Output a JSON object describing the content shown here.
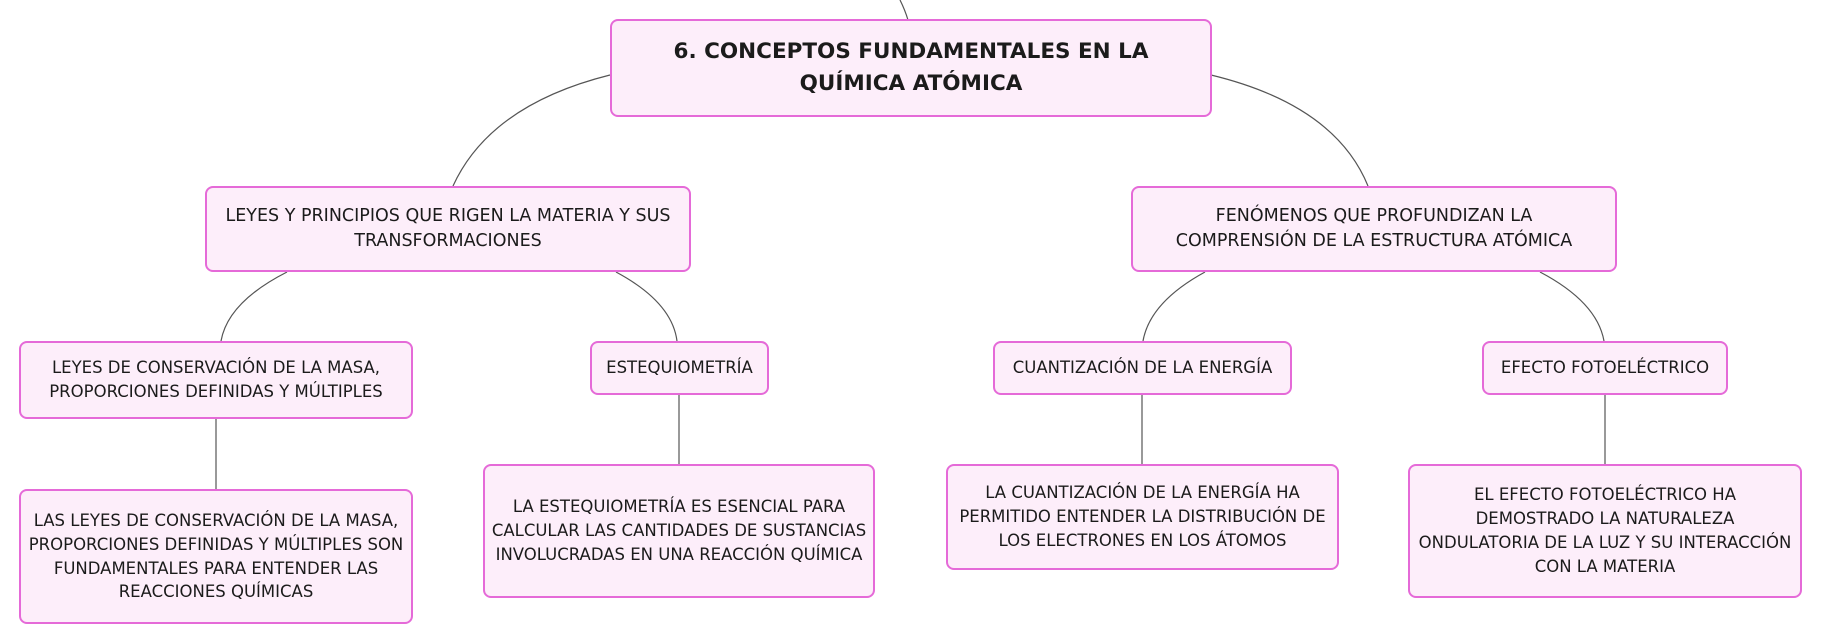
{
  "root": {
    "title": "6. CONCEPTOS FUNDAMENTALES EN LA QUÍMICA ATÓMICA"
  },
  "branches": [
    {
      "label": "LEYES Y PRINCIPIOS QUE RIGEN LA MATERIA Y SUS TRANSFORMACIONES",
      "children": [
        {
          "label": "LEYES DE CONSERVACIÓN DE LA MASA, PROPORCIONES DEFINIDAS Y MÚLTIPLES",
          "detail": "LAS LEYES DE CONSERVACIÓN DE LA MASA, PROPORCIONES DEFINIDAS Y MÚLTIPLES SON FUNDAMENTALES PARA ENTENDER LAS REACCIONES QUÍMICAS"
        },
        {
          "label": "ESTEQUIOMETRÍA",
          "detail": "LA ESTEQUIOMETRÍA ES ESENCIAL PARA CALCULAR LAS CANTIDADES DE SUSTANCIAS INVOLUCRADAS EN UNA REACCIÓN QUÍMICA"
        }
      ]
    },
    {
      "label": "FENÓMENOS QUE PROFUNDIZAN LA COMPRENSIÓN DE LA ESTRUCTURA ATÓMICA",
      "children": [
        {
          "label": "CUANTIZACIÓN DE LA ENERGÍA",
          "detail": "LA CUANTIZACIÓN DE LA ENERGÍA HA PERMITIDO ENTENDER LA DISTRIBUCIÓN DE LOS ELECTRONES EN LOS ÁTOMOS"
        },
        {
          "label": "EFECTO FOTOELÉCTRICO",
          "detail": "EL EFECTO FOTOELÉCTRICO HA DEMOSTRADO LA NATURALEZA ONDULATORIA DE LA LUZ Y SU INTERACCIÓN CON LA MATERIA"
        }
      ]
    }
  ],
  "colors": {
    "node_fill": "#fdeefa",
    "node_border": "#e56ad8",
    "connector": "#555555",
    "text": "#1b1b1b"
  }
}
